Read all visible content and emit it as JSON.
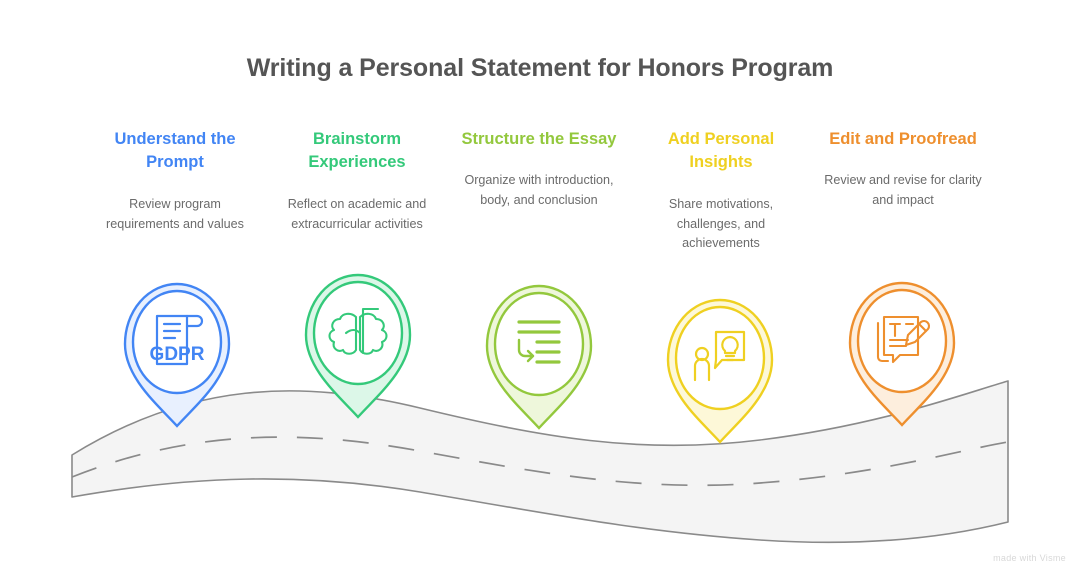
{
  "page": {
    "title": "Writing a Personal Statement for Honors Program",
    "background_color": "#ffffff",
    "title_color": "#555555",
    "watermark": "made with Visme"
  },
  "road": {
    "fill_color": "#f4f4f4",
    "stroke_color": "#8a8a8a",
    "dash_color": "#8a8a8a"
  },
  "steps": [
    {
      "index": 1,
      "heading": "Understand the Prompt",
      "description": "Review program requirements and values",
      "color": "#4285f4",
      "fill": "#e8f0fe",
      "icon": "document-gdpr-icon",
      "icon_label": "GDPR"
    },
    {
      "index": 2,
      "heading": "Brainstorm Experiences",
      "description": "Reflect on academic and extracurricular activities",
      "color": "#34c97a",
      "fill": "#dcf7e8",
      "icon": "brain-idea-icon",
      "icon_label": ""
    },
    {
      "index": 3,
      "heading": "Structure the Essay",
      "description": "Organize with introduction, body, and conclusion",
      "color": "#93c83d",
      "fill": "#eef7db",
      "icon": "document-outline-indent-icon",
      "icon_label": ""
    },
    {
      "index": 4,
      "heading": "Add Personal Insights",
      "description": "Share motivations, challenges, and achievements",
      "color": "#efd021",
      "fill": "#fdf8d8",
      "icon": "person-speech-bubble-lightbulb-icon",
      "icon_label": ""
    },
    {
      "index": 5,
      "heading": "Edit and Proofread",
      "description": "Review and revise for clarity and impact",
      "color": "#ee8f2e",
      "fill": "#fdeedd",
      "icon": "document-pencil-edit-icon",
      "icon_label": ""
    }
  ]
}
